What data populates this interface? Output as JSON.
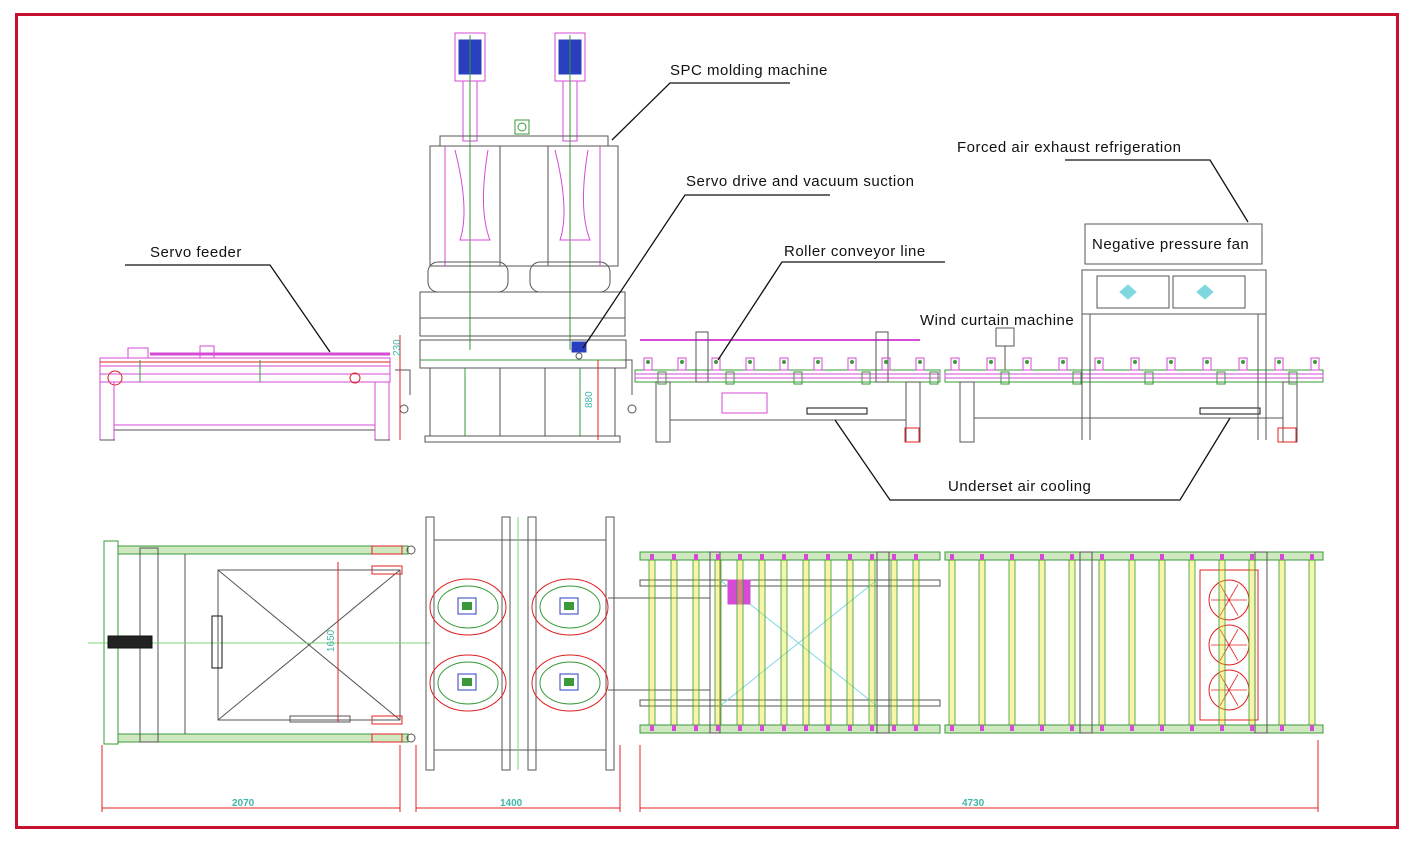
{
  "labels": {
    "spc_molding_machine": "SPC molding machine",
    "servo_drive_vacuum": "Servo drive and vacuum suction",
    "forced_air_exhaust": "Forced air exhaust refrigeration",
    "negative_pressure_fan": "Negative pressure fan",
    "servo_feeder": "Servo feeder",
    "roller_conveyor_line": "Roller conveyor line",
    "wind_curtain_machine": "Wind curtain machine",
    "underset_air_cooling": "Underset air cooling"
  },
  "dimensions": {
    "d2070": "2070",
    "d1400": "1400",
    "d4730": "4730",
    "d1650": "1650",
    "d230": "230",
    "d880": "880"
  },
  "colors": {
    "frame": "#c8102e",
    "magenta": "#d64bd6",
    "green": "#3a9a3a",
    "gray": "#555555",
    "yellow": "#e6e600",
    "red": "#e02020",
    "blue": "#2a3fbf",
    "dim": "#3fb7a6"
  }
}
